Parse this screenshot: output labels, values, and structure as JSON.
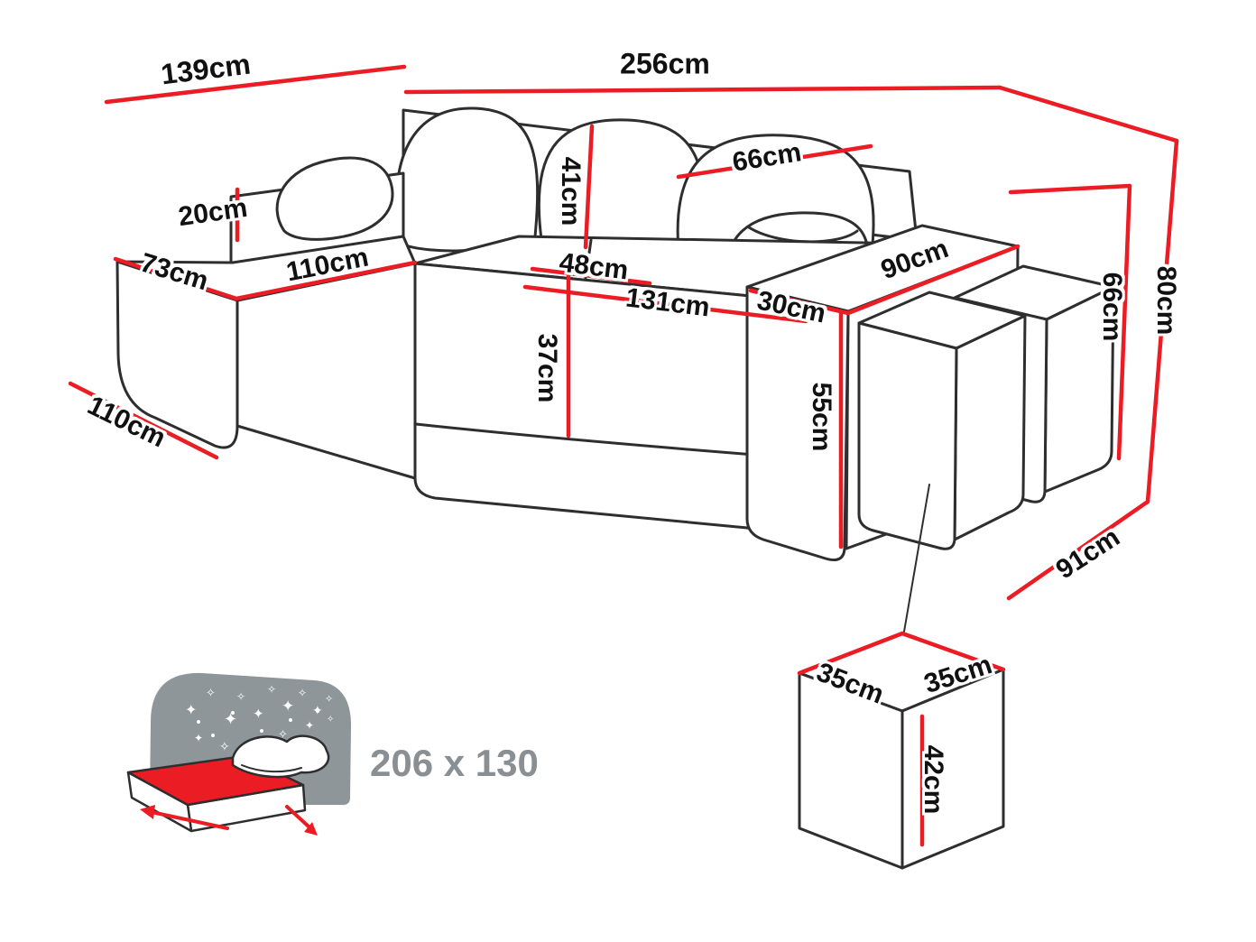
{
  "diagram_title": "corner-sofa-with-poufs-dimension-diagram",
  "colors": {
    "dimension_red": "#ec1c24",
    "outline": "#2e2e2e",
    "bed_icon_grey": "#8f969a",
    "bed_text_grey": "#8a8f93",
    "mattress_red": "#ec1c24"
  },
  "dims": {
    "w139": "139cm",
    "w256": "256cm",
    "pillow66": "66cm",
    "arm20": "20cm",
    "chaise73": "73cm",
    "chaise110": "110cm",
    "back41": "41cm",
    "seat48": "48cm",
    "seat131": "131cm",
    "armrest30": "30cm",
    "armrest90": "90cm",
    "seatheight37": "37cm",
    "armheight55": "55cm",
    "floor110": "110cm",
    "floor91": "91cm",
    "height66": "66cm",
    "height80": "80cm",
    "pouf35l": "35cm",
    "pouf35r": "35cm",
    "pouf42": "42cm"
  },
  "bed": {
    "size": "206 x 130"
  },
  "icons": {
    "star": "✦",
    "star_small": "✧"
  }
}
